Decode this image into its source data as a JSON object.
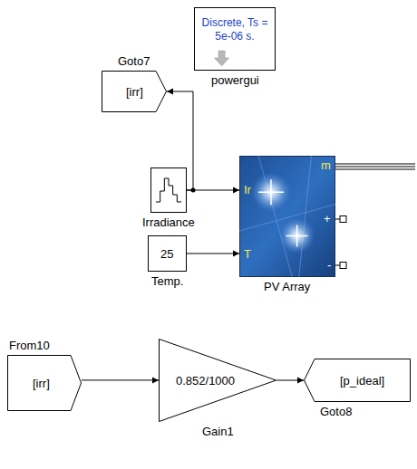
{
  "diagram": {
    "nodes": [
      {
        "text": [
          "Goto7",
          "[irr]"
        ]
      },
      {
        "text": [
          "Discrete, Ts = 5e-06 s.",
          "powergui"
        ]
      },
      {
        "text": [
          "Irradiance"
        ]
      },
      {
        "text": [
          "Ir",
          "T",
          "m",
          "+",
          "-",
          "PV Array"
        ]
      },
      {
        "text": [
          "25",
          "Temp."
        ]
      },
      {
        "text": [
          "From10",
          "[irr]"
        ]
      },
      {
        "text": [
          "0.852/1000",
          "Gain1"
        ]
      },
      {
        "text": [
          "[p_ideal]",
          "Goto8"
        ]
      }
    ],
    "edges": [
      {
        "from": 2,
        "to": 3,
        "arrow": "to"
      },
      {
        "from": 2,
        "to": 0,
        "arrow": "to"
      },
      {
        "from": 4,
        "to": 3,
        "arrow": "to"
      },
      {
        "from": 5,
        "to": 6,
        "arrow": "to"
      },
      {
        "from": 6,
        "to": 7,
        "arrow": "to"
      }
    ]
  }
}
